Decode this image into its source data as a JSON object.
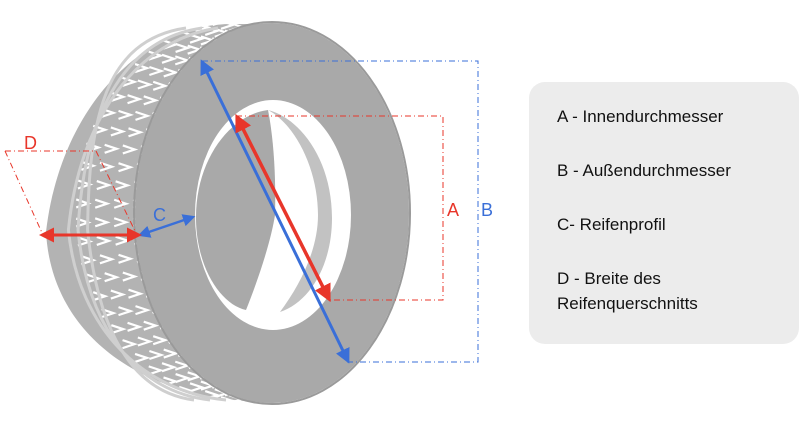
{
  "labels": {
    "a": "A",
    "b": "B",
    "c": "C",
    "d": "D"
  },
  "legend": {
    "items": [
      "A - Innendurchmesser",
      "B - Außendurchmesser",
      "C- Reifenprofil",
      "D - Breite des Reifenquerschnitts"
    ]
  },
  "colors": {
    "tire": "#a9a9a9",
    "tire_dark": "#8f8f8f",
    "inner_diameter": "#e8362a",
    "outer_diameter": "#3a6fd8",
    "legend_background": "#ececec"
  }
}
